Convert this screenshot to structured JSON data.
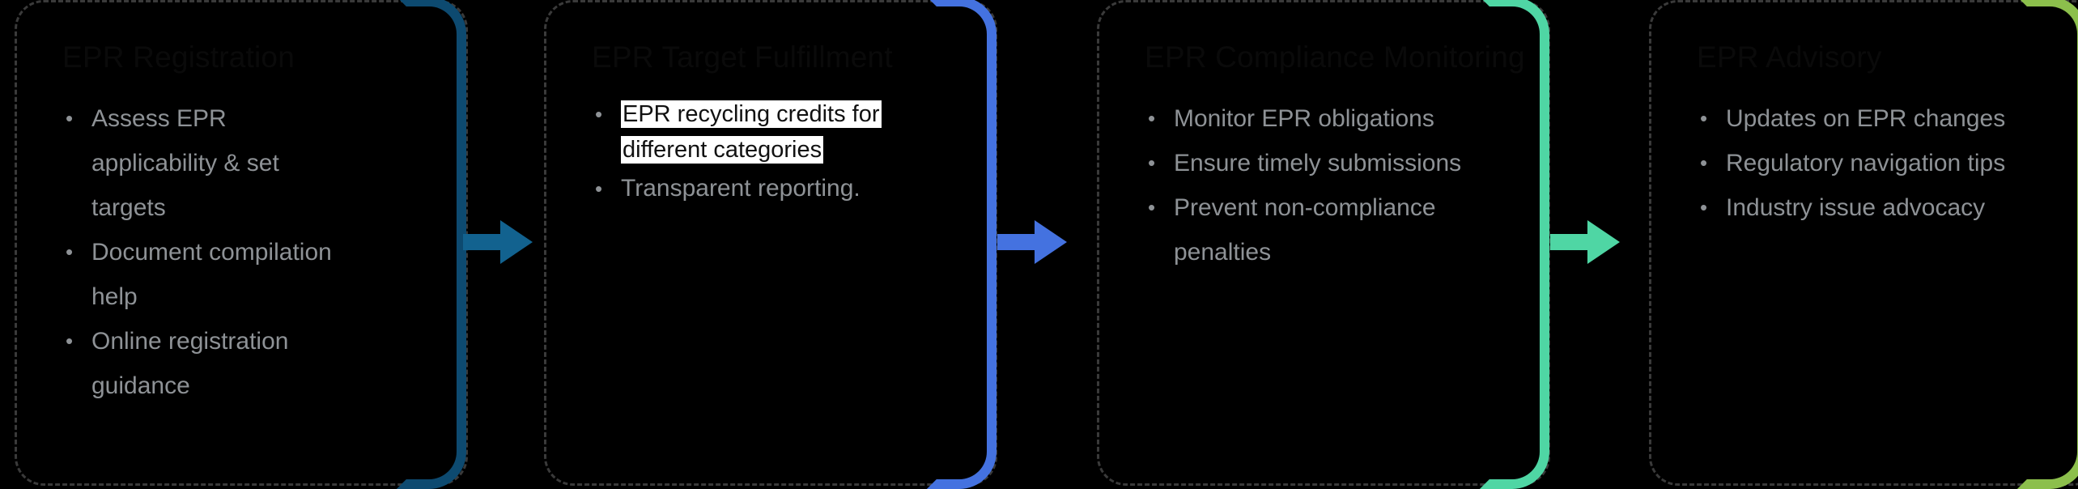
{
  "diagram": {
    "type": "process-flow",
    "background_color": "#000000",
    "stages": [
      {
        "id": "epr-registration",
        "title": "EPR Registration",
        "title_color": "#0a0a0a",
        "accent_color": "#0d4a70",
        "bullets": [
          {
            "text": "Assess EPR applicability & set targets",
            "highlighted": false
          },
          {
            "text": "Document compilation help",
            "highlighted": false
          },
          {
            "text": "Online registration guidance",
            "highlighted": false
          }
        ]
      },
      {
        "id": "epr-target-fulfillment",
        "title": "EPR Target Fulfillment",
        "title_color": "#0a0a0a",
        "accent_color": "#4472e0",
        "bullets": [
          {
            "text": "EPR recycling credits for different categories",
            "highlighted": true
          },
          {
            "text": "Transparent reporting.",
            "highlighted": false
          }
        ]
      },
      {
        "id": "epr-compliance-monitoring",
        "title": "EPR Compliance Monitoring",
        "title_color": "#0a0a0a",
        "accent_color": "#4fd6a4",
        "bullets": [
          {
            "text": "Monitor EPR obligations",
            "highlighted": false
          },
          {
            "text": "Ensure timely submissions",
            "highlighted": false
          },
          {
            "text": "Prevent non-compliance penalties",
            "highlighted": false
          }
        ]
      },
      {
        "id": "epr-advisory",
        "title": "EPR Advisory",
        "title_color": "#0a0a0a",
        "accent_color": "#8cbf4c",
        "bullets": [
          {
            "text": "Updates on EPR changes",
            "highlighted": false
          },
          {
            "text": "Regulatory navigation tips",
            "highlighted": false
          },
          {
            "text": "Industry issue advocacy",
            "highlighted": false
          }
        ]
      }
    ],
    "connectors": [
      {
        "id": "connector-1",
        "from": "epr-registration",
        "to": "epr-target-fulfillment",
        "color": "#12628f"
      },
      {
        "id": "connector-2",
        "from": "epr-target-fulfillment",
        "to": "epr-compliance-monitoring",
        "color": "#4472e0"
      },
      {
        "id": "connector-3",
        "from": "epr-compliance-monitoring",
        "to": "epr-advisory",
        "color": "#4fd6a4"
      }
    ],
    "bullet_glyph": "•",
    "text_color": "#8e9296",
    "highlight_background": "#ffffff",
    "highlight_text_color": "#111111"
  }
}
